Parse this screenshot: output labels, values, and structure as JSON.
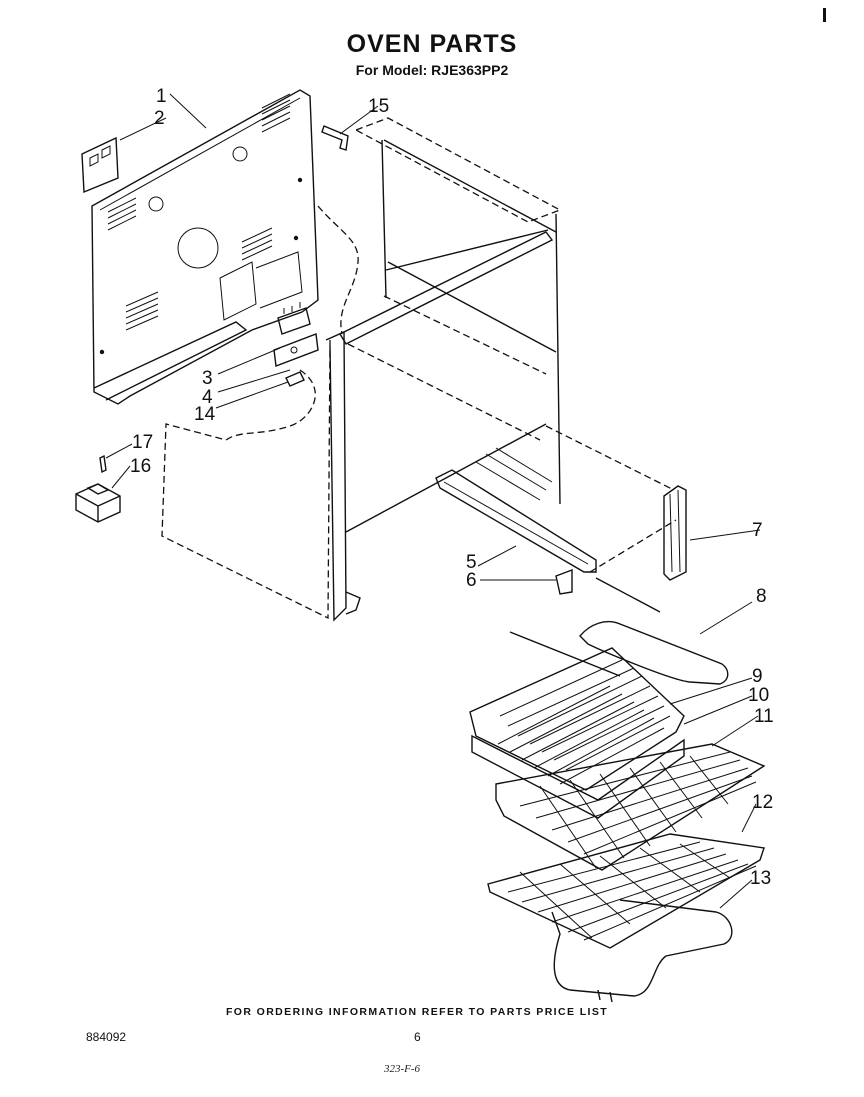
{
  "header": {
    "title": "OVEN PARTS",
    "model_label": "For Model: RJE363PP2"
  },
  "footer": {
    "ordering_note": "FOR ORDERING INFORMATION REFER TO PARTS PRICE LIST",
    "doc_number": "884092",
    "page_number": "6",
    "handwritten_code": "323-F-6"
  },
  "callouts": [
    "1",
    "2",
    "3",
    "4",
    "5",
    "6",
    "7",
    "8",
    "9",
    "10",
    "11",
    "12",
    "13",
    "14",
    "15",
    "16",
    "17"
  ]
}
